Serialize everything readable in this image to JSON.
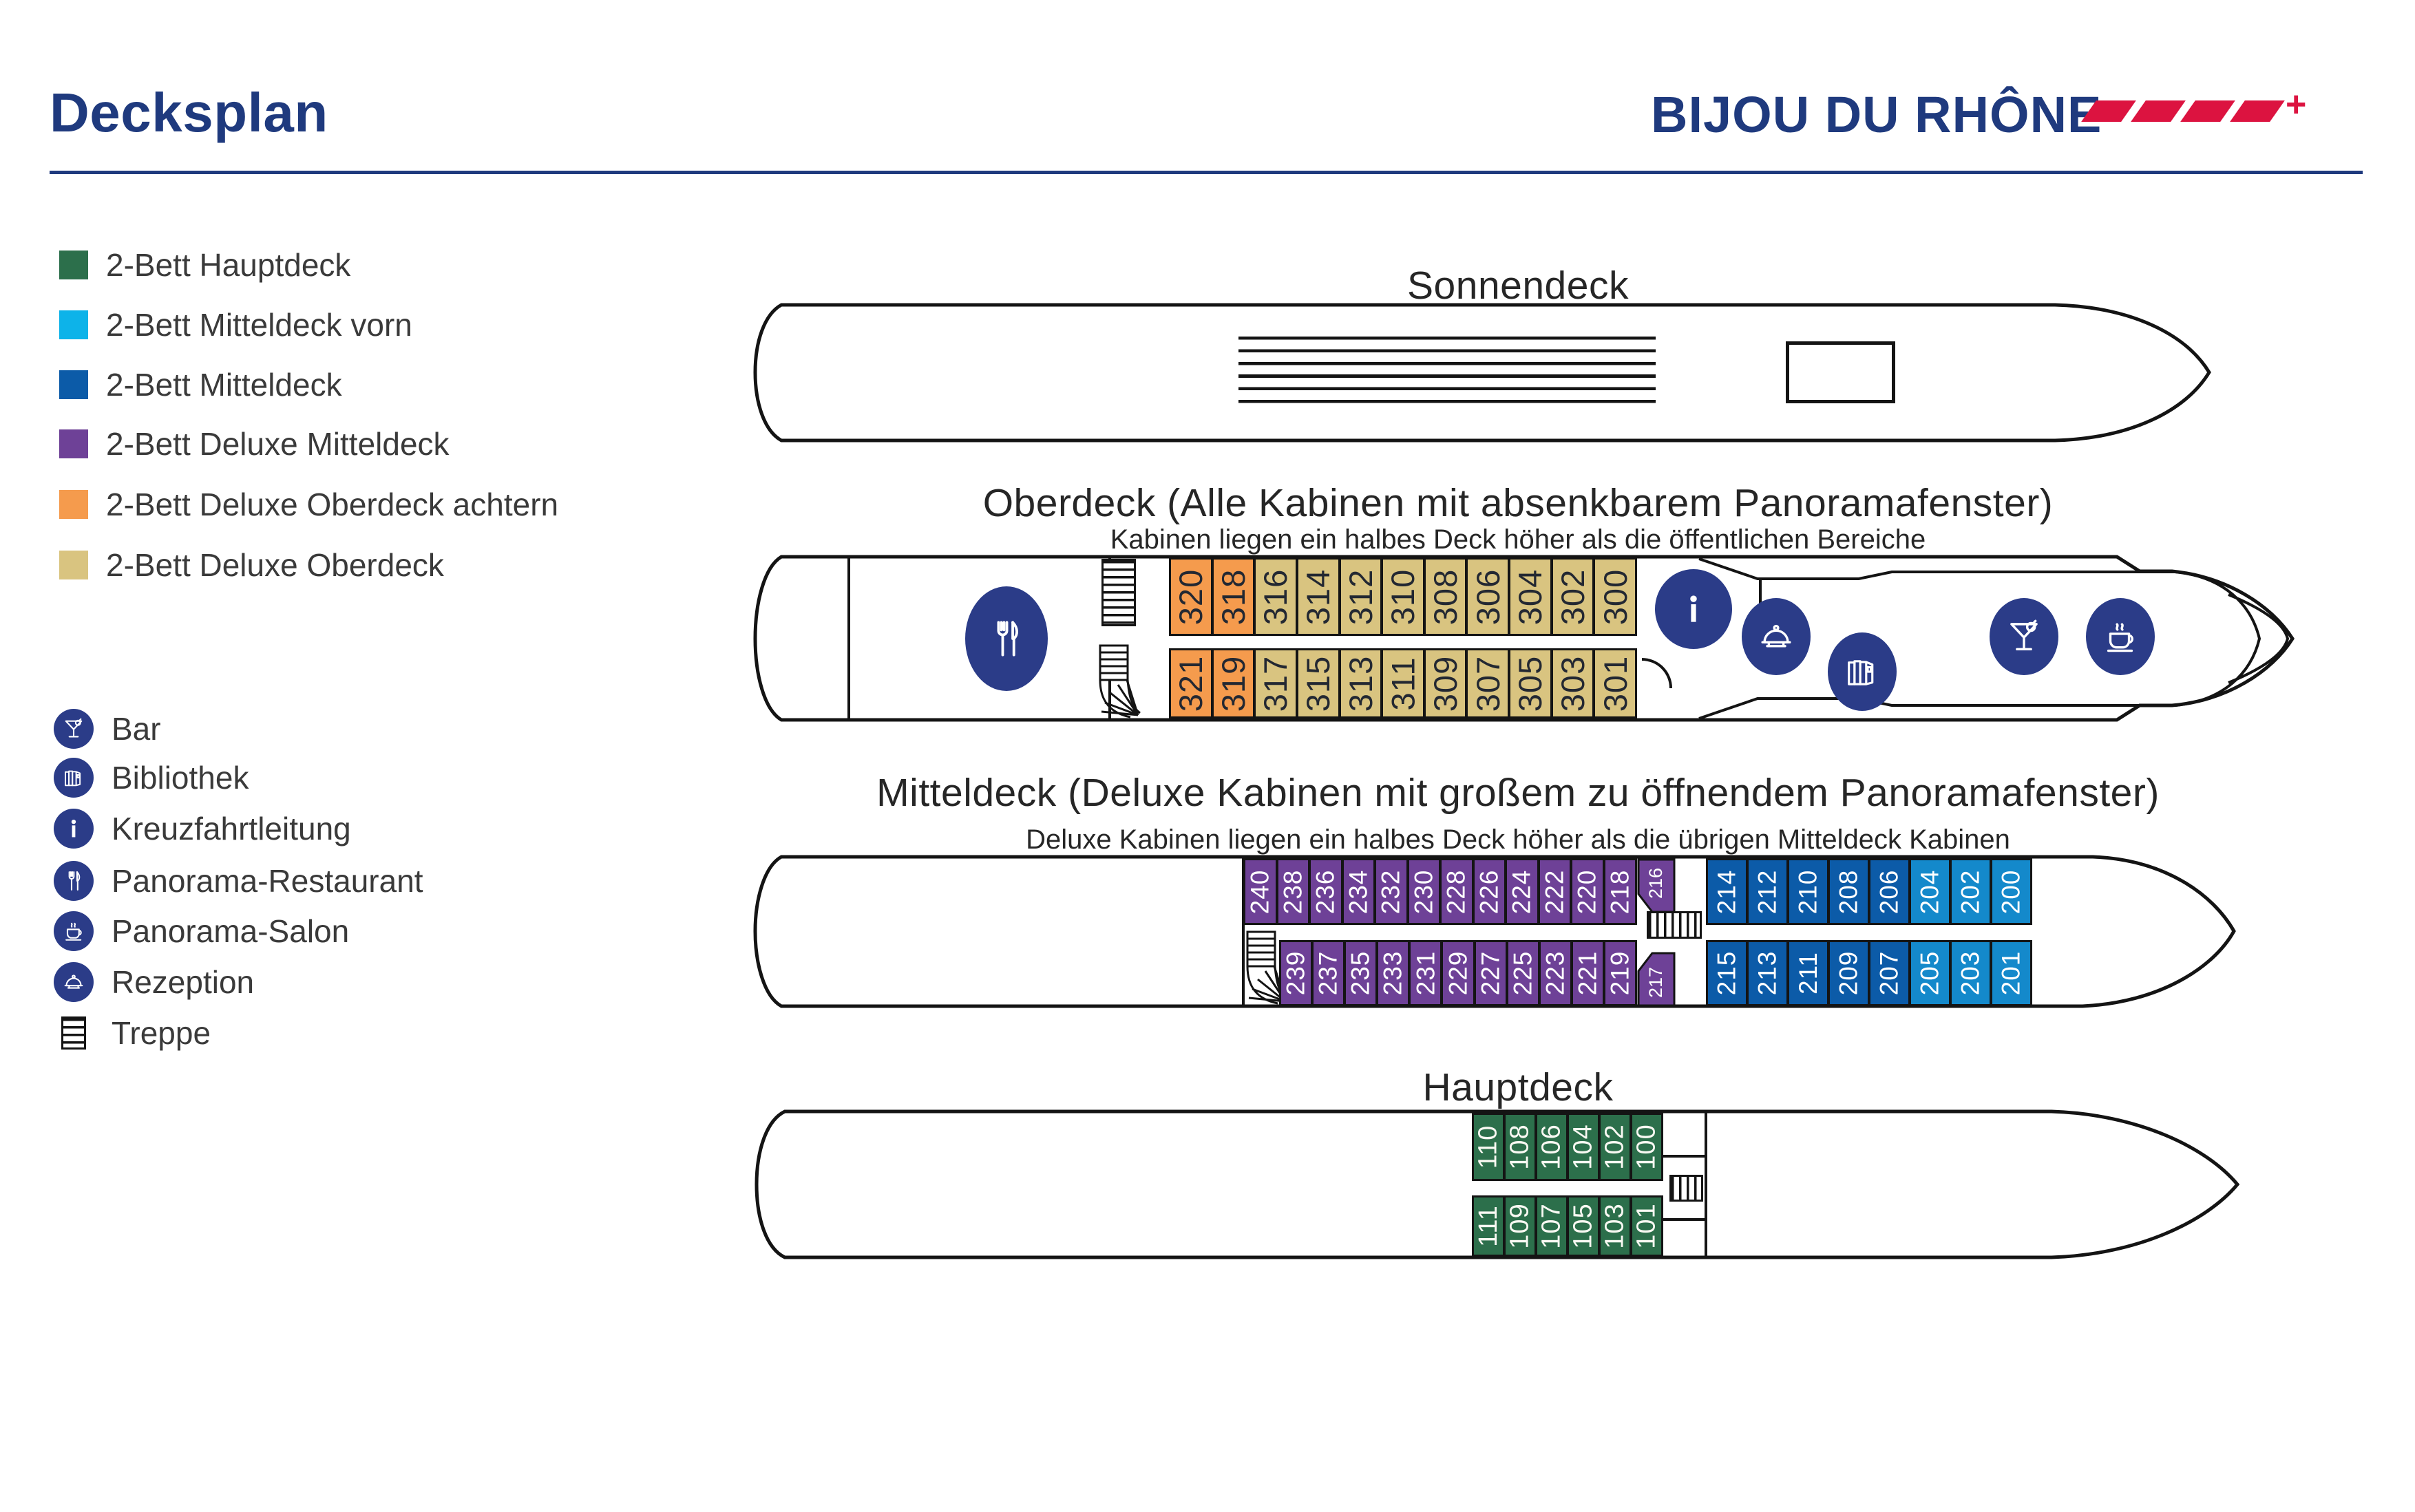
{
  "header": {
    "title": "Decksplan",
    "ship_name": "BIJOU DU RHÔNE",
    "logo_shape_count": 4,
    "logo_plus": "+"
  },
  "palette": {
    "brand_navy": "#1f3a7e",
    "brand_red": "#dc1340",
    "icon_circle_navy": "#2b3c88",
    "outline_black": "#141414",
    "hauptdeck_green": "#2c6f4b",
    "mitteldeck_vorn_cyan_legend": "#0db3e9",
    "mitteldeck_vorn_cyan_cabin": "#1489cb",
    "mitteldeck_blue": "#0c5ba8",
    "deluxe_mitteldeck_purple": "#6e4197",
    "deluxe_oberdeck_achtern_orange": "#f59b4d",
    "deluxe_oberdeck_tan": "#d9c480"
  },
  "legend_cabins": [
    {
      "label": "2-Bett Hauptdeck",
      "color": "#2c6f4b"
    },
    {
      "label": "2-Bett Mitteldeck vorn",
      "color": "#0db3e9"
    },
    {
      "label": "2-Bett Mitteldeck",
      "color": "#0c5ba8"
    },
    {
      "label": "2-Bett Deluxe Mitteldeck",
      "color": "#6e4197"
    },
    {
      "label": "2-Bett Deluxe Oberdeck achtern",
      "color": "#f59b4d"
    },
    {
      "label": "2-Bett Deluxe Oberdeck",
      "color": "#d9c480"
    }
  ],
  "legend_icons": [
    {
      "label": "Bar",
      "icon": "martini-icon"
    },
    {
      "label": "Bibliothek",
      "icon": "books-icon"
    },
    {
      "label": "Kreuzfahrtleitung",
      "icon": "info-icon"
    },
    {
      "label": "Panorama-Restaurant",
      "icon": "fork-knife-icon"
    },
    {
      "label": "Panorama-Salon",
      "icon": "coffee-icon"
    },
    {
      "label": "Rezeption",
      "icon": "cloche-icon"
    },
    {
      "label": "Treppe",
      "icon": "stairs-icon"
    }
  ],
  "decks": {
    "sonnendeck": {
      "title": "Sonnendeck"
    },
    "oberdeck": {
      "title": "Oberdeck (Alle Kabinen mit absenkbarem Panoramafenster)",
      "subtitle": "Kabinen liegen ein halbes Deck höher als die öffentlichen Bereiche",
      "cabins_top": [
        "320",
        "318",
        "316",
        "314",
        "312",
        "310",
        "308",
        "306",
        "304",
        "302",
        "300"
      ],
      "cabins_bottom": [
        "321",
        "319",
        "317",
        "315",
        "313",
        "311",
        "309",
        "307",
        "305",
        "303",
        "301"
      ]
    },
    "mitteldeck": {
      "title": "Mitteldeck (Deluxe Kabinen mit großem zu öffnendem Panoramafenster)",
      "subtitle": "Deluxe Kabinen liegen ein halbes Deck höher als die übrigen Mitteldeck Kabinen",
      "top_deluxe": [
        "240",
        "238",
        "236",
        "234",
        "232",
        "230",
        "228",
        "226",
        "224",
        "222",
        "220",
        "218"
      ],
      "top_small": "216",
      "top_mitteldeck": [
        "214",
        "212",
        "210",
        "208",
        "206"
      ],
      "top_vorn": [
        "204",
        "202",
        "200"
      ],
      "bottom_deluxe": [
        "239",
        "237",
        "235",
        "233",
        "231",
        "229",
        "227",
        "225",
        "223",
        "221",
        "219"
      ],
      "bottom_small": "217",
      "bottom_mitteldeck": [
        "215",
        "213",
        "211",
        "209",
        "207"
      ],
      "bottom_vorn": [
        "205",
        "203",
        "201"
      ]
    },
    "hauptdeck": {
      "title": "Hauptdeck",
      "cabins_top": [
        "110",
        "108",
        "106",
        "104",
        "102",
        "100"
      ],
      "cabins_bottom": [
        "111",
        "109",
        "107",
        "105",
        "103",
        "101"
      ]
    }
  }
}
